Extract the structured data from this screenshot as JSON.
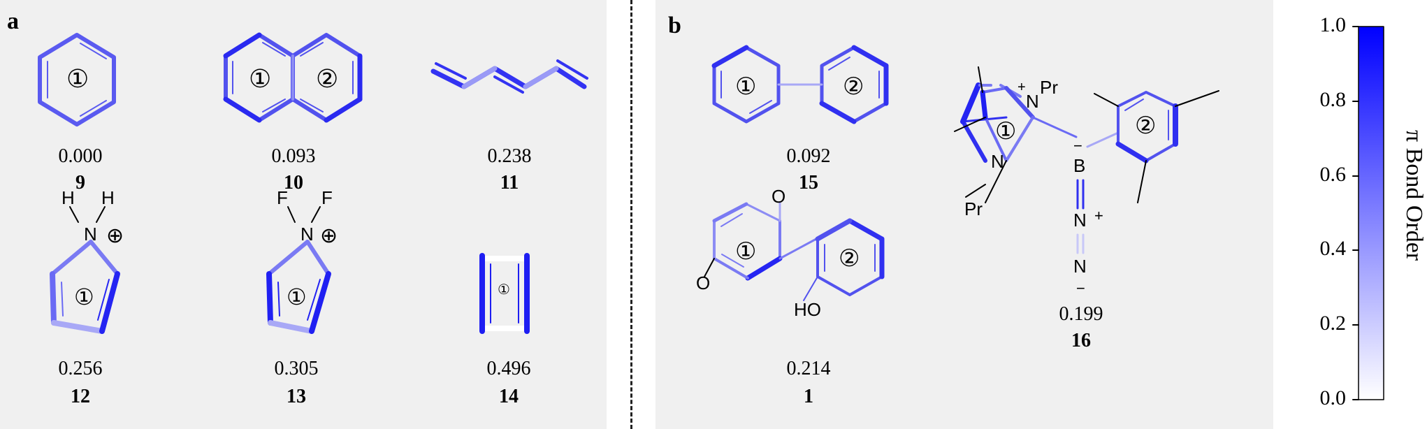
{
  "panel_a": {
    "letter": "a",
    "molecules": [
      {
        "number": "9",
        "value": "0.000"
      },
      {
        "number": "10",
        "value": "0.093"
      },
      {
        "number": "11",
        "value": "0.238"
      },
      {
        "number": "12",
        "value": "0.256"
      },
      {
        "number": "13",
        "value": "0.305"
      },
      {
        "number": "14",
        "value": "0.496"
      }
    ]
  },
  "panel_b": {
    "letter": "b",
    "molecules": [
      {
        "number": "15",
        "value": "0.092"
      },
      {
        "number": "1",
        "value": "0.214"
      },
      {
        "number": "16",
        "value": "0.199"
      }
    ]
  },
  "labels": {
    "ring1": "①",
    "ring2": "②",
    "H": "H",
    "F": "F",
    "N": "N",
    "B": "B",
    "O": "O",
    "HO": "HO",
    "Pr": "Pr",
    "plus_circle": "⊕",
    "plus": "+",
    "minus": "−"
  },
  "colorbar": {
    "title": "π Bond Order",
    "ticks": [
      "0.0",
      "0.2",
      "0.4",
      "0.6",
      "0.8",
      "1.0"
    ],
    "range": [
      0.0,
      1.0
    ],
    "color_low": "#ffffff",
    "color_high": "#0000ff"
  }
}
